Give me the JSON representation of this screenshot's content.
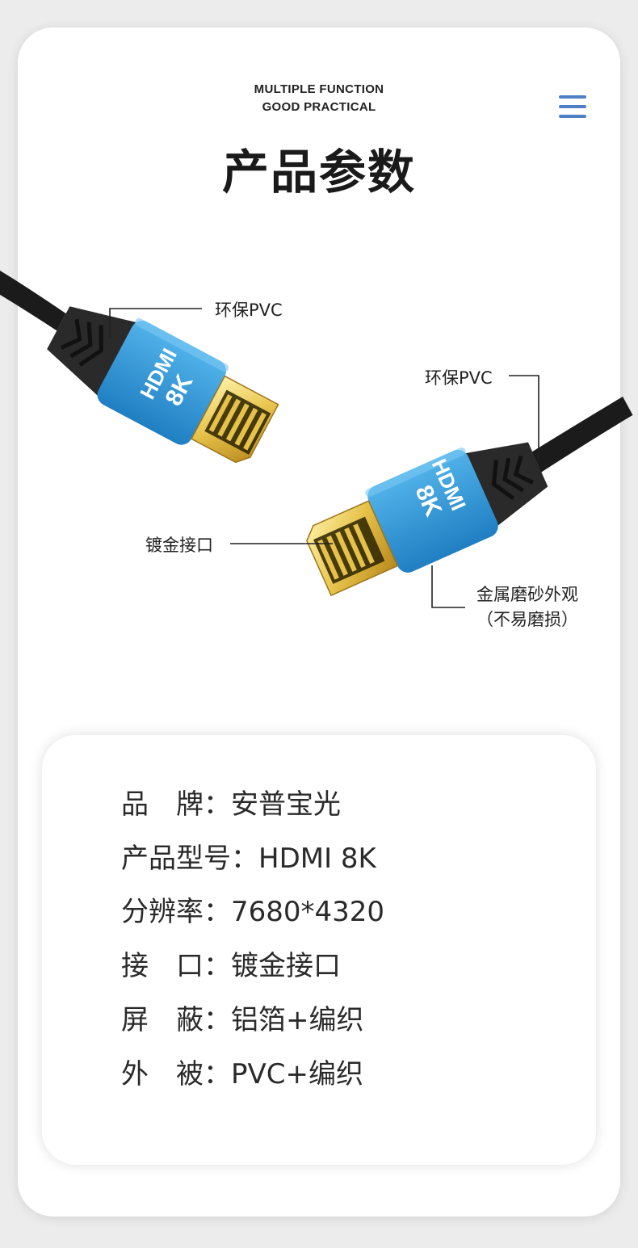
{
  "header": {
    "subtitle_line1": "MULTIPLE FUNCTION",
    "subtitle_line2": "GOOD PRACTICAL",
    "title": "产品参数",
    "menu_icon": "hamburger-menu-icon",
    "accent_color": "#4f7fc6"
  },
  "product": {
    "connector_top_text": "HDMI",
    "connector_bottom_text": "8K",
    "callouts": {
      "pvc_left": "环保PVC",
      "pvc_right": "环保PVC",
      "gold_connector": "镀金接口",
      "finish_line1": "金属磨砂外观",
      "finish_line2": "（不易磨损）"
    },
    "colors": {
      "shell_blue": "#2f9ad8",
      "gold": "#e6c24a",
      "cable_black": "#1b1b1b"
    }
  },
  "specs": [
    {
      "label": "品　牌：",
      "value": "安普宝光"
    },
    {
      "label": "产品型号：",
      "value": "HDMI 8K"
    },
    {
      "label": "分辨率：",
      "value": "7680*4320"
    },
    {
      "label": "接　口：",
      "value": "镀金接口"
    },
    {
      "label": "屏　蔽：",
      "value": "铝箔+编织"
    },
    {
      "label": "外　被：",
      "value": "PVC+编织"
    }
  ]
}
